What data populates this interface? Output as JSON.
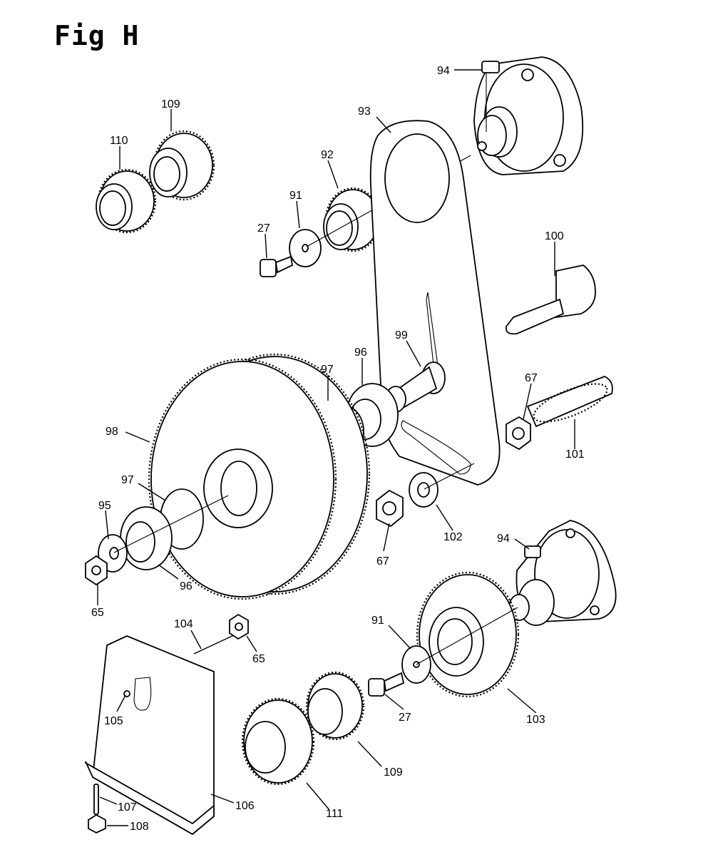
{
  "figure": {
    "title": "Fig H"
  },
  "callouts": [
    {
      "id": "c94a",
      "text": "94"
    },
    {
      "id": "c93",
      "text": "93"
    },
    {
      "id": "c109a",
      "text": "109"
    },
    {
      "id": "c110",
      "text": "110"
    },
    {
      "id": "c92",
      "text": "92"
    },
    {
      "id": "c91a",
      "text": "91"
    },
    {
      "id": "c27a",
      "text": "27"
    },
    {
      "id": "c100",
      "text": "100"
    },
    {
      "id": "c99",
      "text": "99"
    },
    {
      "id": "c96a",
      "text": "96"
    },
    {
      "id": "c97a",
      "text": "97"
    },
    {
      "id": "c67a",
      "text": "67"
    },
    {
      "id": "c101",
      "text": "101"
    },
    {
      "id": "c98",
      "text": "98"
    },
    {
      "id": "c97b",
      "text": "97"
    },
    {
      "id": "c95",
      "text": "95"
    },
    {
      "id": "c96b",
      "text": "96"
    },
    {
      "id": "c65a",
      "text": "65"
    },
    {
      "id": "c102",
      "text": "102"
    },
    {
      "id": "c67b",
      "text": "67"
    },
    {
      "id": "c94b",
      "text": "94"
    },
    {
      "id": "c104",
      "text": "104"
    },
    {
      "id": "c65b",
      "text": "65"
    },
    {
      "id": "c91b",
      "text": "91"
    },
    {
      "id": "c27b",
      "text": "27"
    },
    {
      "id": "c103",
      "text": "103"
    },
    {
      "id": "c105",
      "text": "105"
    },
    {
      "id": "c109b",
      "text": "109"
    },
    {
      "id": "c106",
      "text": "106"
    },
    {
      "id": "c107",
      "text": "107"
    },
    {
      "id": "c111",
      "text": "111"
    },
    {
      "id": "c108",
      "text": "108"
    }
  ]
}
